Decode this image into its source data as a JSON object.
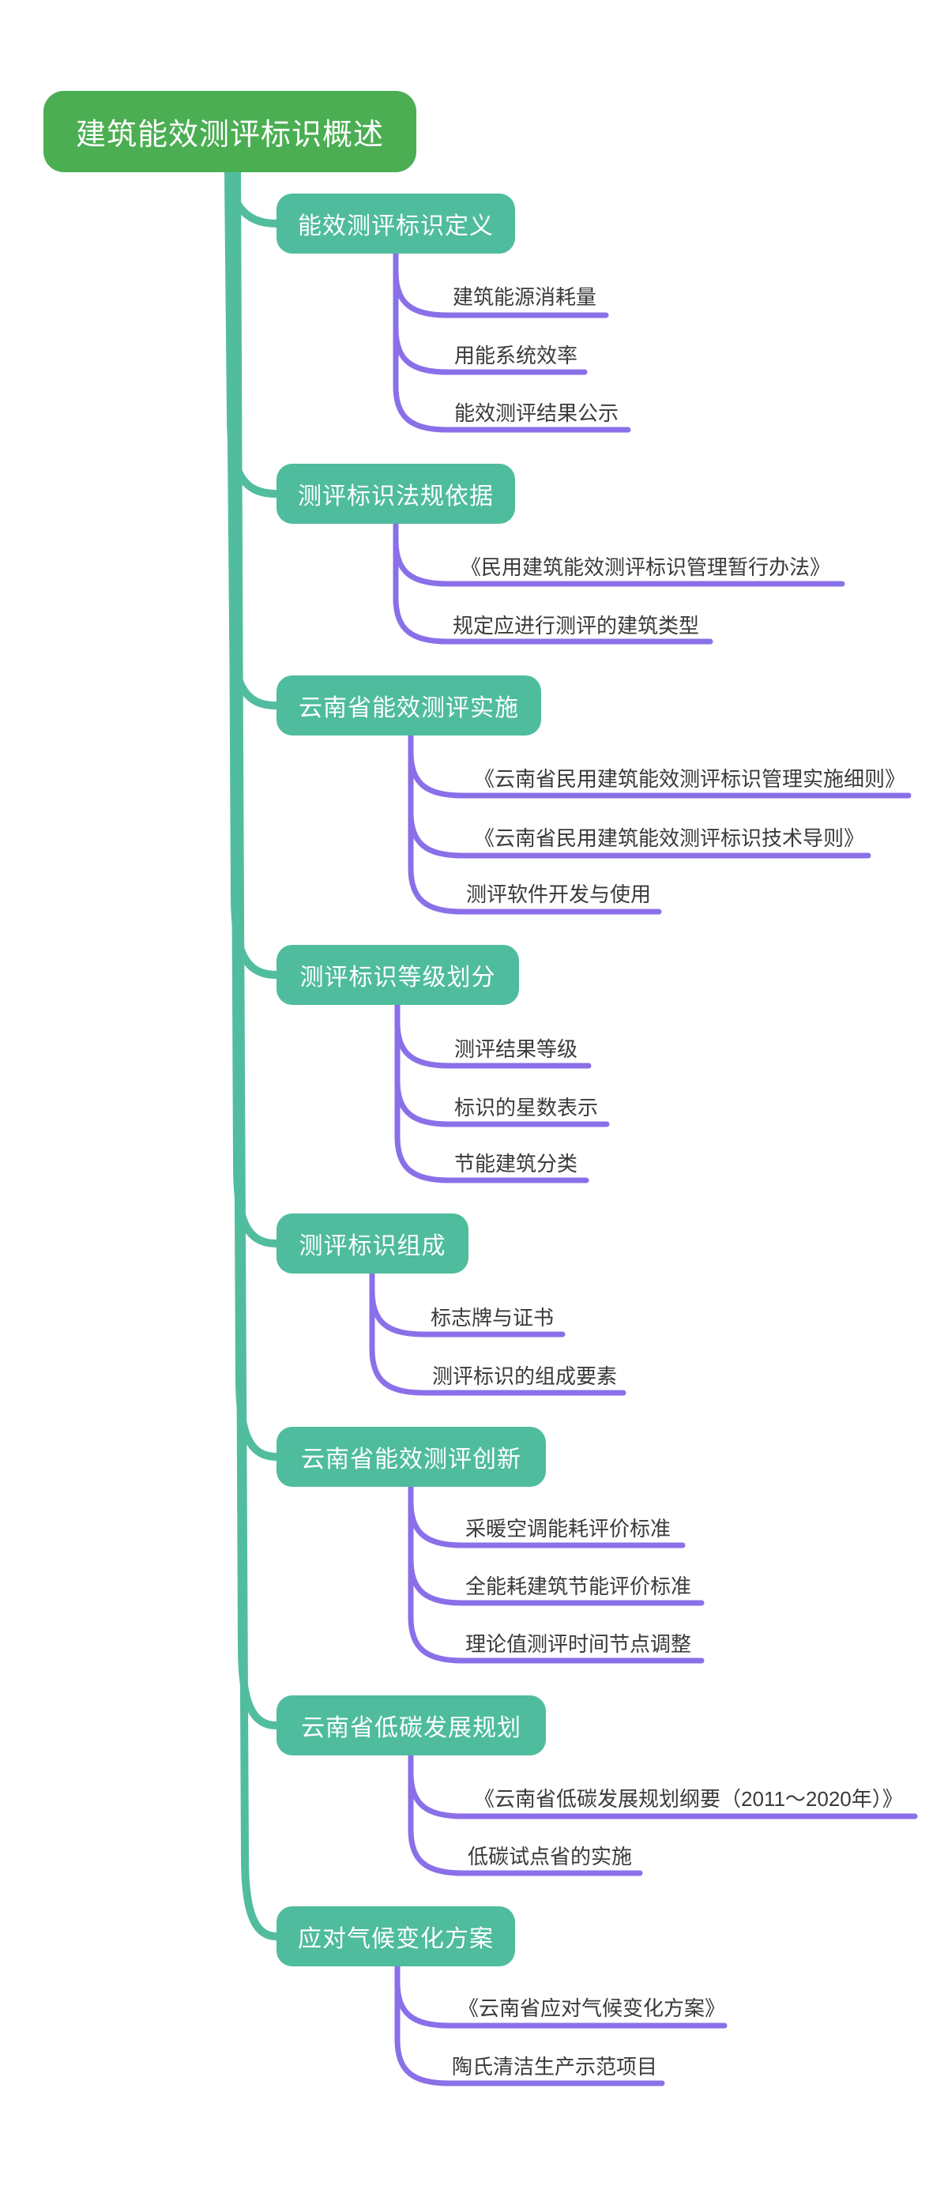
{
  "root": {
    "label": "建筑能效测评标识概述"
  },
  "colors": {
    "root_bg": "#4BAE52",
    "branch_bg": "#4FBC9D",
    "branch_line": "#51BD9E",
    "leaf_line": "#8A70E8",
    "leaf_text": "#3A3A3A",
    "node_text": "#FFFFFF",
    "background": "#FFFFFF"
  },
  "branches": [
    {
      "label": "能效测评标识定义",
      "children": [
        "建筑能源消耗量",
        "用能系统效率",
        "能效测评结果公示"
      ]
    },
    {
      "label": "测评标识法规依据",
      "children": [
        "《民用建筑能效测评标识管理暂行办法》",
        "规定应进行测评的建筑类型"
      ]
    },
    {
      "label": "云南省能效测评实施",
      "children": [
        "《云南省民用建筑能效测评标识管理实施细则》",
        "《云南省民用建筑能效测评标识技术导则》",
        "测评软件开发与使用"
      ]
    },
    {
      "label": "测评标识等级划分",
      "children": [
        "测评结果等级",
        "标识的星数表示",
        "节能建筑分类"
      ]
    },
    {
      "label": "测评标识组成",
      "children": [
        "标志牌与证书",
        "测评标识的组成要素"
      ]
    },
    {
      "label": "云南省能效测评创新",
      "children": [
        "采暖空调能耗评价标准",
        "全能耗建筑节能评价标准",
        "理论值测评时间节点调整"
      ]
    },
    {
      "label": "云南省低碳发展规划",
      "children": [
        "《云南省低碳发展规划纲要（2011～2020年）》",
        "低碳试点省的实施"
      ]
    },
    {
      "label": "应对气候变化方案",
      "children": [
        "《云南省应对气候变化方案》",
        "陶氏清洁生产示范项目"
      ]
    }
  ]
}
